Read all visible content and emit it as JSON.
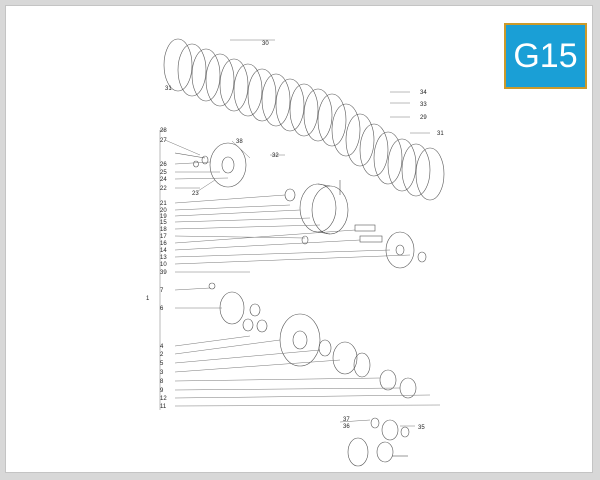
{
  "badge": {
    "code": "G15"
  },
  "callouts_left": [
    "28",
    "27",
    "26",
    "25",
    "24",
    "22",
    "21",
    "20",
    "19",
    "15",
    "18",
    "17",
    "16",
    "14",
    "13",
    "10",
    "39",
    "7",
    "6",
    "4",
    "2",
    "5",
    "3",
    "8",
    "9",
    "12",
    "11"
  ],
  "callouts_other": {
    "c30": "30",
    "c31a": "31",
    "c31b": "31",
    "c34": "34",
    "c33": "33",
    "c29": "29",
    "c32": "32",
    "c38": "38",
    "c23": "23",
    "c1": "1",
    "c37": "37",
    "c36": "36",
    "c35": "35"
  }
}
